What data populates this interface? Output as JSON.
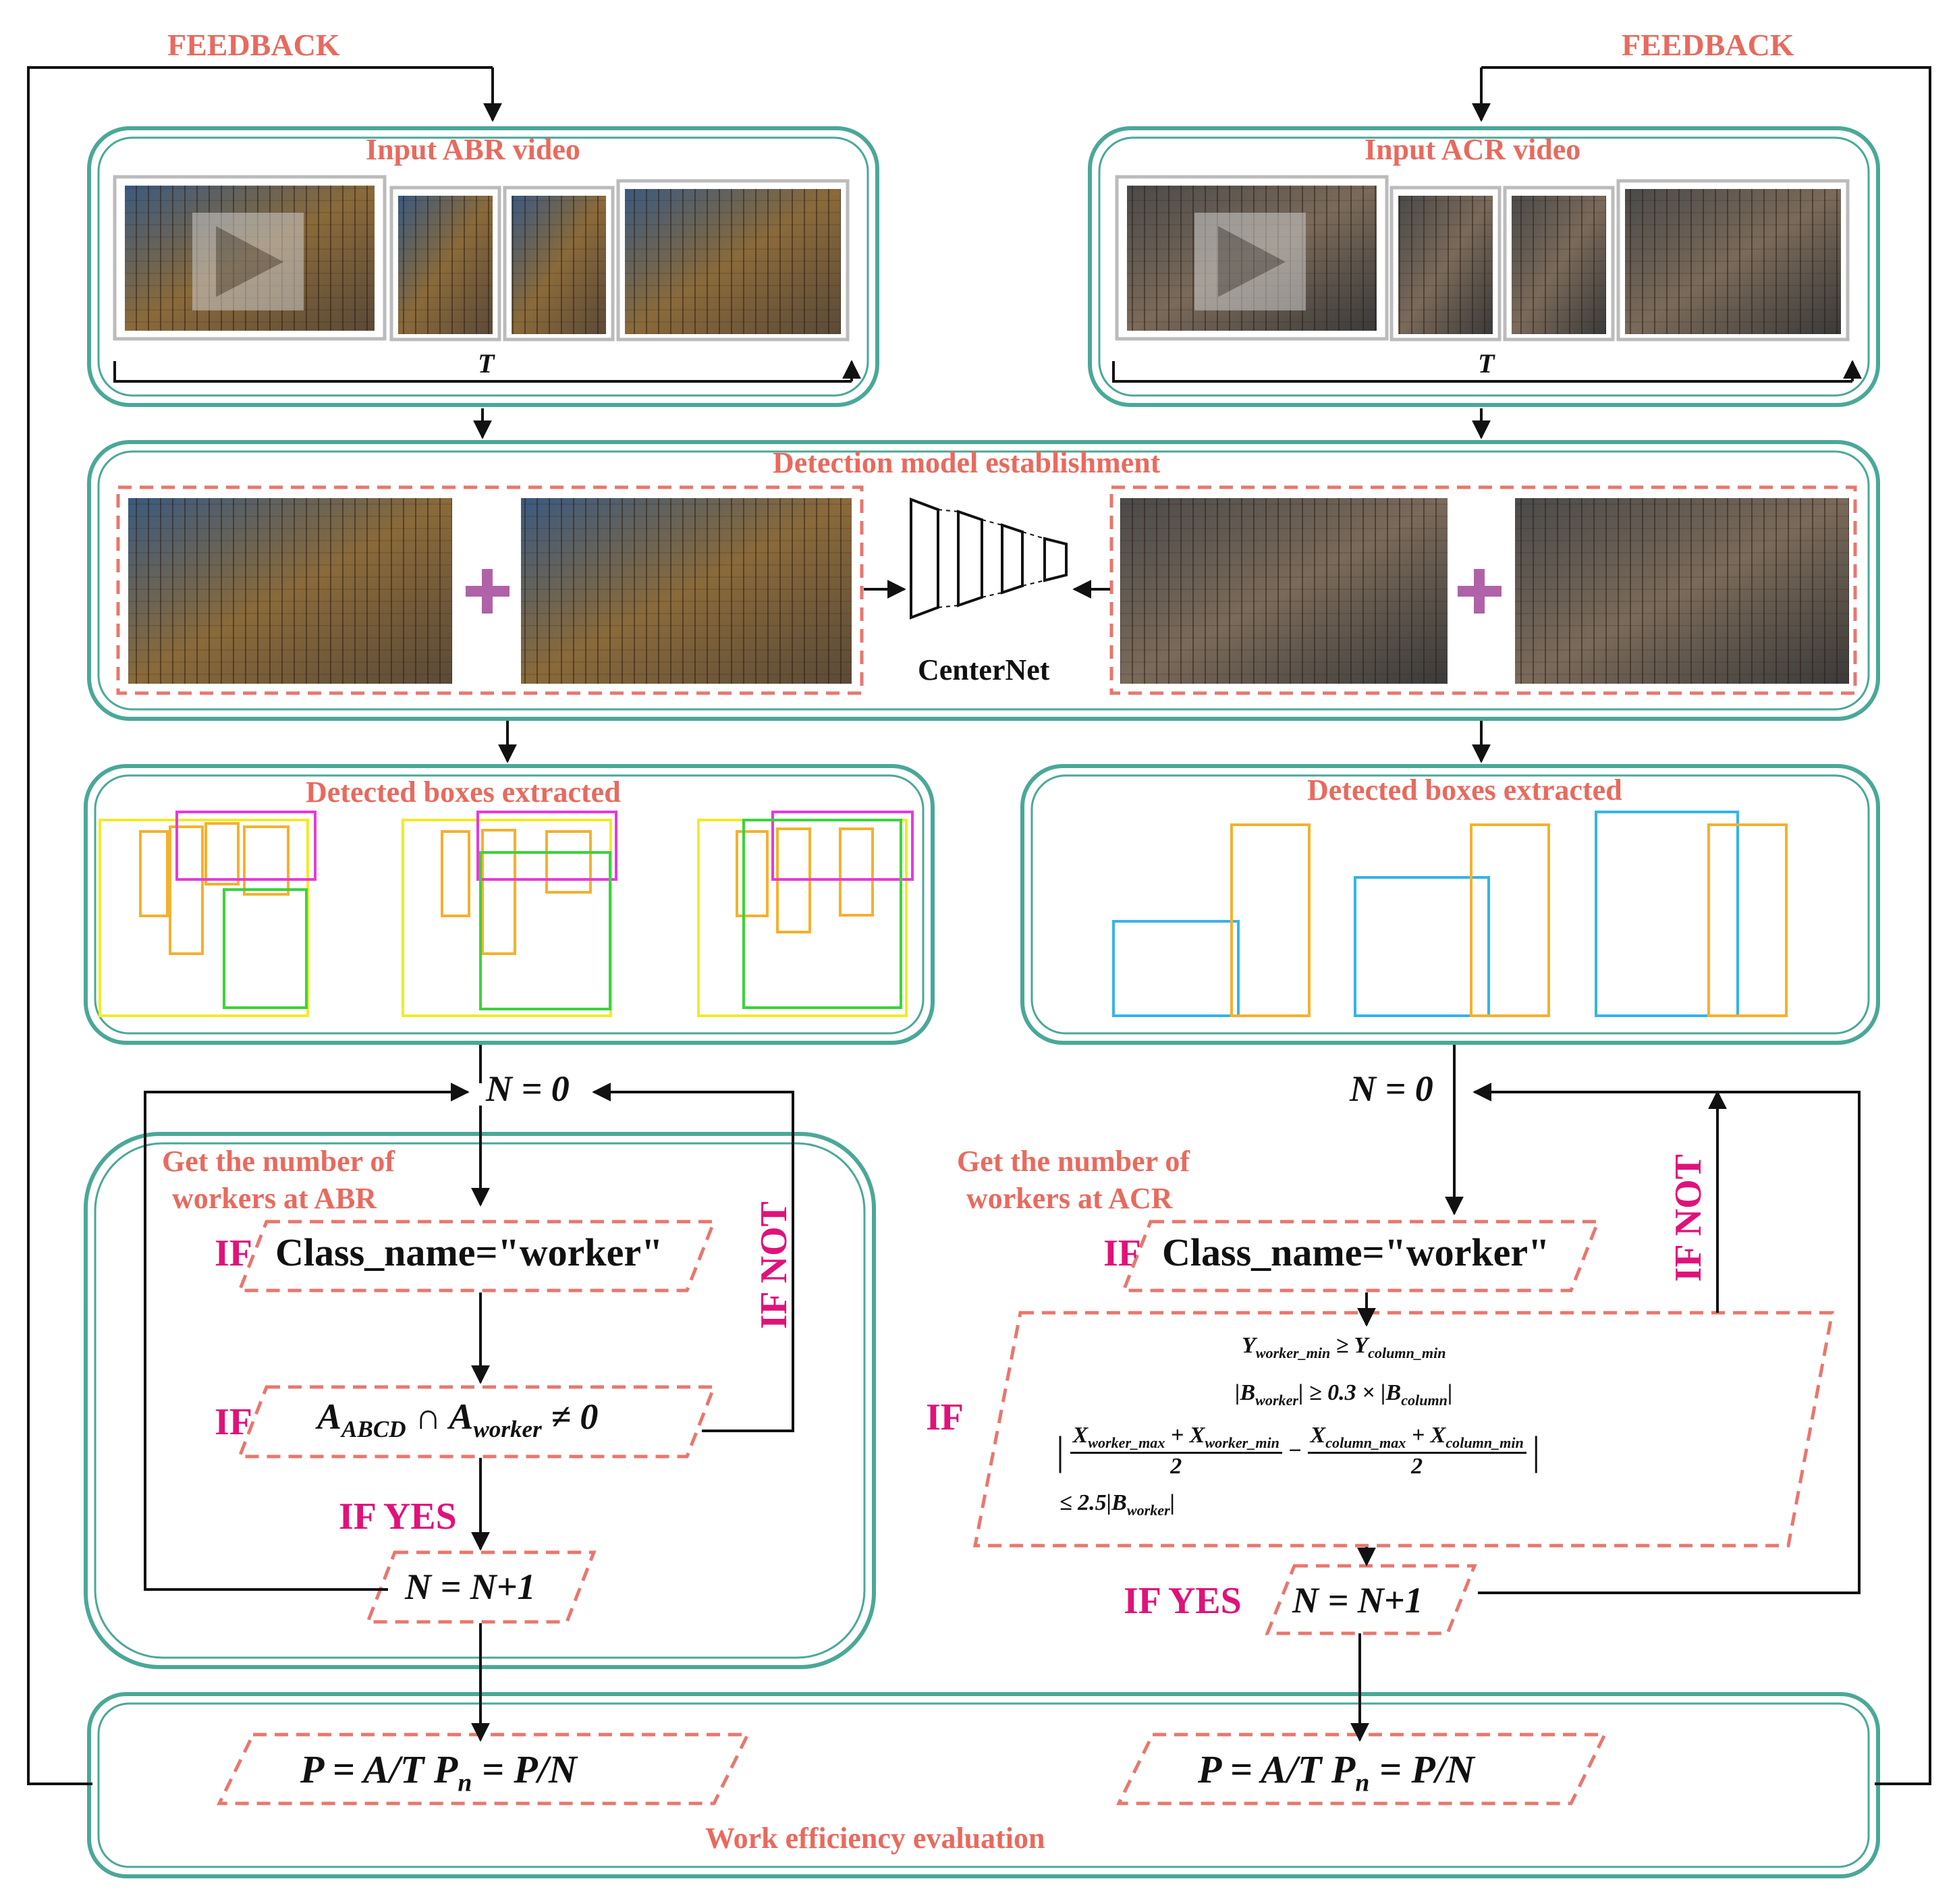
{
  "feedback_left": "FEEDBACK",
  "feedback_right": "FEEDBACK",
  "input_abr": {
    "title": "Input ABR video",
    "time_label": "T"
  },
  "input_acr": {
    "title": "Input ACR video",
    "time_label": "T"
  },
  "detection": {
    "title": "Detection model establishment",
    "model_label": "CenterNet",
    "plus": "+"
  },
  "boxes_left": {
    "title": "Detected boxes extracted"
  },
  "boxes_right": {
    "title": "Detected boxes extracted"
  },
  "abr_flow": {
    "n_init": "N = 0",
    "title_line1": "Get the number of",
    "title_line2": "workers at  ABR",
    "if1_keyword": "IF",
    "if1_text": "Class_name=\"worker\"",
    "if2_keyword": "IF",
    "if2_expr": "A",
    "if2_sub1": "ABCD",
    "if2_mid": " ∩ A",
    "if2_sub2": "worker",
    "if2_tail": " ≠ 0",
    "if_not": "IF NOT",
    "if_yes": "IF YES",
    "increment": "N = N+1"
  },
  "acr_flow": {
    "n_init": "N = 0",
    "title_line1": "Get the number of",
    "title_line2": "workers at  ACR",
    "if1_keyword": "IF",
    "if1_text": "Class_name=\"worker\"",
    "if2_keyword": "IF",
    "if_not": "IF NOT",
    "if_yes": "IF YES",
    "increment": "N = N+1",
    "cond1_a": "Y",
    "cond1_a_sub": "worker_min",
    "cond1_op": " ≥ Y",
    "cond1_b_sub": "column_min",
    "cond2_a": "|B",
    "cond2_a_sub": "worker",
    "cond2_op": "| ≥ 0.3 × |B",
    "cond2_b_sub": "column",
    "cond2_end": "|",
    "cond3_num1": "X",
    "cond3_num1_sub": "worker_max",
    "cond3_plus1": " + X",
    "cond3_num1b_sub": "worker_min",
    "cond3_minus": "−",
    "cond3_num2": "X",
    "cond3_num2_sub": "column_max",
    "cond3_plus2": " + X",
    "cond3_num2b_sub": "column_min",
    "cond3_den": "2",
    "cond4_a": "≤ 2.5|B",
    "cond4_sub": "worker",
    "cond4_end": "|"
  },
  "evaluation": {
    "title": "Work efficiency evaluation",
    "formula_left": "P = A/T   P",
    "formula_left_sub": "n",
    "formula_left_tail": " = P/N",
    "formula_right": "P = A/T   P",
    "formula_right_sub": "n",
    "formula_right_tail": " = P/N"
  },
  "colors": {
    "teal": "#4aa898",
    "red_dash": "#e8776e",
    "magenta": "#e0127a",
    "yellow_box": "#f2ea2a",
    "orange_box": "#f4b12e",
    "magenta_box": "#e63ad9",
    "green_box": "#3ad43a",
    "blue_box": "#36b4e6"
  },
  "icons": [
    "play-icon",
    "neural-network-icon",
    "plus-icon"
  ]
}
